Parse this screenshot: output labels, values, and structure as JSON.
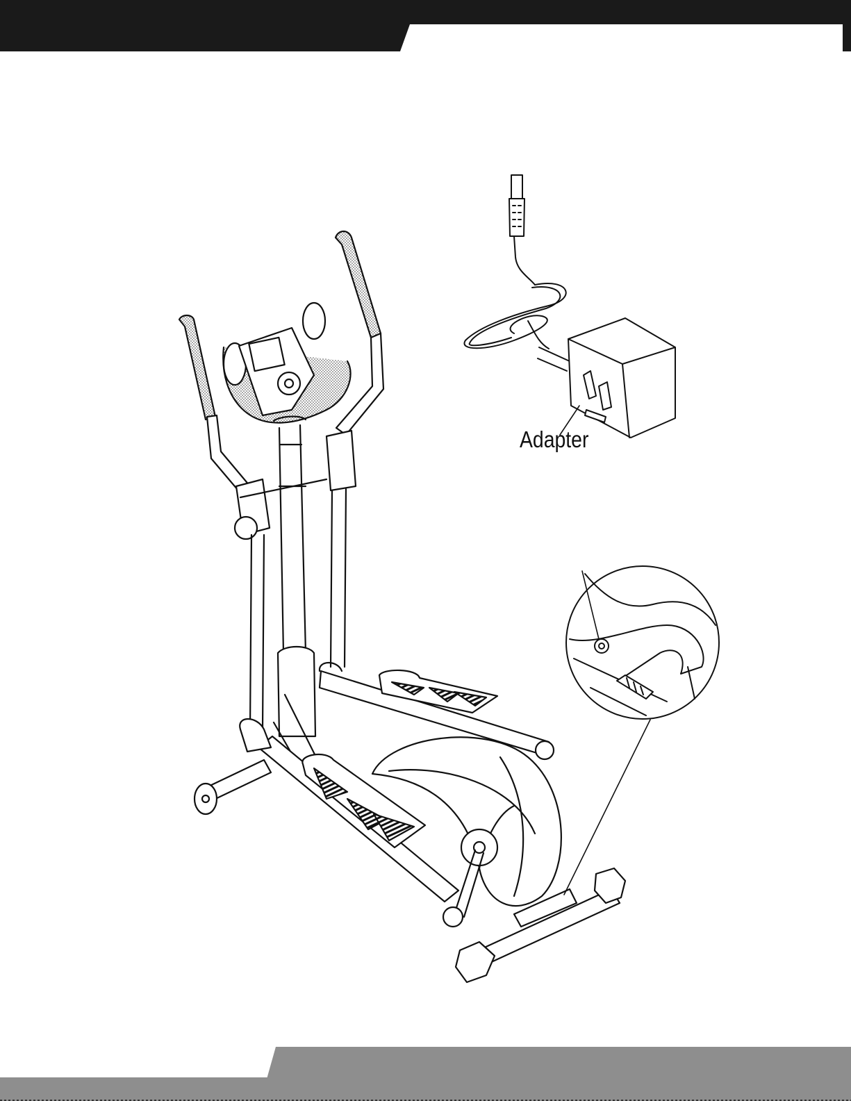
{
  "labels": {
    "adapter": "Adapter"
  },
  "colors": {
    "header_band": "#1a1a1a",
    "footer_band": "#8e8e8e",
    "footer_base": "#333333",
    "line": "#111111"
  },
  "icons": {
    "grip_pattern": "stipple-texture",
    "pedal_pattern": "rib-texture"
  }
}
